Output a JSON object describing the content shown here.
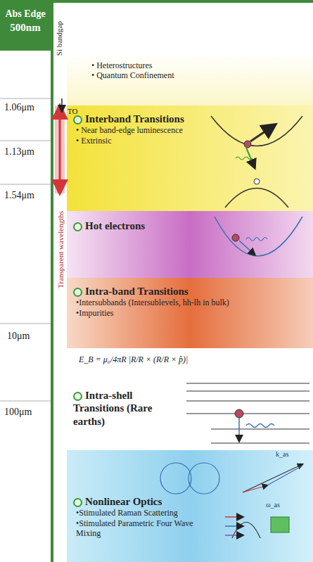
{
  "diagram": {
    "nodes": [
      {
        "text": [
          "Abs Edge",
          "500nm"
        ]
      },
      {
        "text": [
          "• Heterostructures",
          "• Quantum Confinement"
        ]
      },
      {
        "text": [
          "Interband Transitions",
          "• Near band-edge luminescence",
          "• Extrinsic"
        ]
      },
      {
        "text": [
          "Hot electrons"
        ]
      },
      {
        "text": [
          "Intra-band Transitions",
          "•Intersubbands (Intersublevels, hh-lh in bulk)",
          "•Impurities"
        ]
      },
      {
        "text": [
          "Intra-shell Transitions (Rare earths)"
        ]
      },
      {
        "text": [
          "Nonlinear Optics",
          "•Stimulated Raman Scattering",
          "•Stimulated Parametric Four Wave Mixing"
        ]
      }
    ],
    "labels": [
      "1.06μm",
      "1.13μm",
      "1.54μm",
      "10μm",
      "100μm",
      "Si bandgap",
      "TO",
      "Transparent wavelengths",
      "E_B = μ₀/4πR |R/R × (R/R × p̂)|",
      "k_as",
      "ω_as"
    ]
  }
}
